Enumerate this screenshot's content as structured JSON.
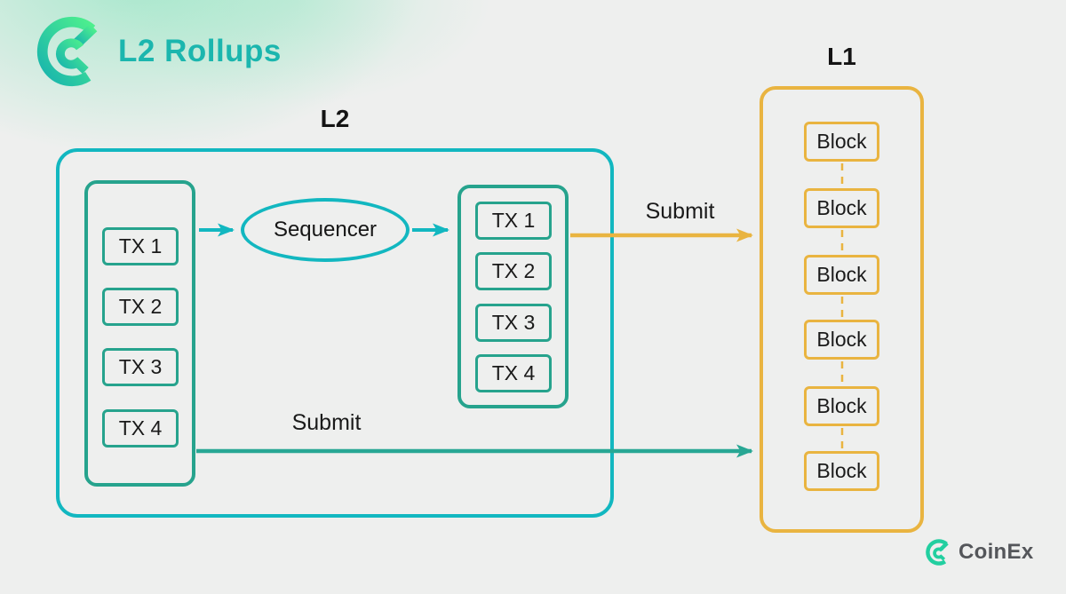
{
  "header": {
    "title": "L2 Rollups",
    "logo_icon": "coinex-logo-icon"
  },
  "l2": {
    "label": "L2",
    "mempool_txs": [
      "TX 1",
      "TX 2",
      "TX 3",
      "TX 4"
    ],
    "sequencer_label": "Sequencer",
    "ordered_txs": [
      "TX 1",
      "TX 2",
      "TX 3",
      "TX 4"
    ]
  },
  "l1": {
    "label": "L1",
    "blocks": [
      "Block",
      "Block",
      "Block",
      "Block",
      "Block",
      "Block"
    ]
  },
  "arrows": {
    "submit_top_label": "Submit",
    "submit_bottom_label": "Submit"
  },
  "footer": {
    "brand": "CoinEx"
  },
  "colors": {
    "cyan": "#12b7c0",
    "green": "#26a38d",
    "orange": "#e9b440",
    "teal_arrow": "#28a794",
    "title_teal": "#1bb6ae",
    "brand_green": "#22cfa0",
    "brand_gray": "#54565a",
    "text": "#161616",
    "background": "#eeefee"
  }
}
